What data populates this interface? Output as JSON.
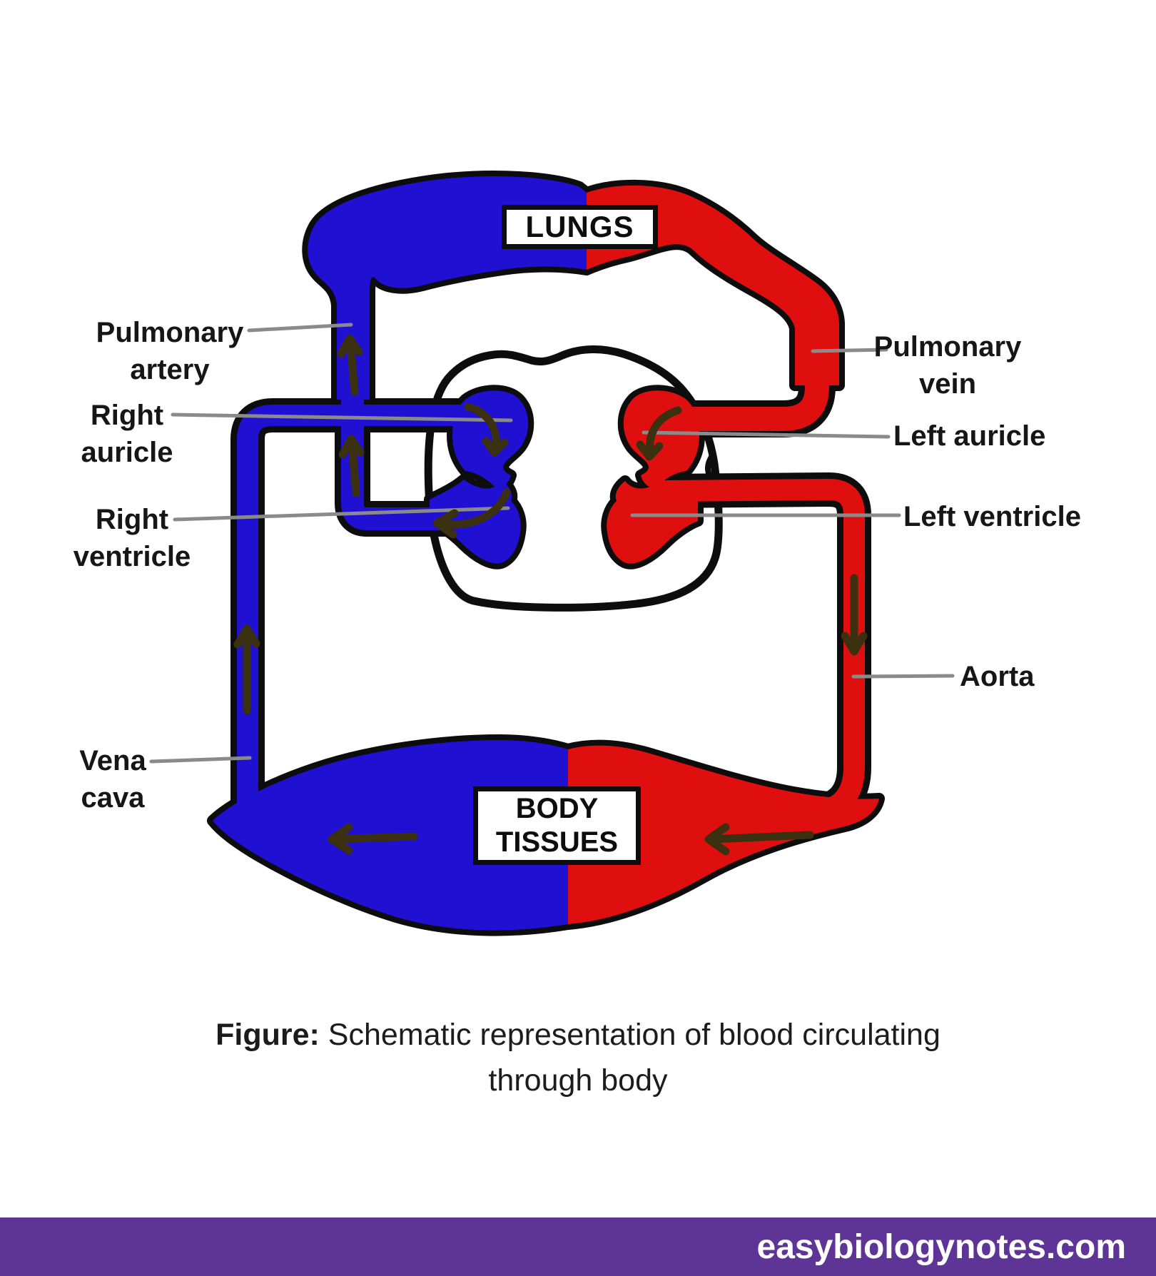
{
  "title": "Schematic of blood circulation",
  "boxes": {
    "lungs": "LUNGS",
    "body_tissues_line1": "BODY",
    "body_tissues_line2": "TISSUES"
  },
  "labels": {
    "pulmonary_artery": {
      "line1": "Pulmonary",
      "line2": "artery"
    },
    "right_auricle": {
      "line1": "Right",
      "line2": "auricle"
    },
    "right_ventricle": {
      "line1": "Right",
      "line2": "ventricle"
    },
    "vena_cava": {
      "line1": "Vena",
      "line2": "cava"
    },
    "pulmonary_vein": {
      "line1": "Pulmonary",
      "line2": "vein"
    },
    "left_auricle": {
      "text": "Left auricle"
    },
    "left_ventricle": {
      "text": "Left ventricle"
    },
    "aorta": {
      "text": "Aorta"
    }
  },
  "caption": {
    "prefix": "Figure:",
    "line1_rest": " Schematic representation of blood circulating",
    "line2": "through body"
  },
  "footer": {
    "site": "easybiologynotes.com"
  },
  "flow_arrows": [
    "vena-cava-up",
    "pulmonary-artery-up-1",
    "pulmonary-artery-up-2",
    "right-auricle-down",
    "right-ventricle-left",
    "left-auricle-down",
    "aorta-down",
    "body-tissues-blue-left",
    "body-tissues-red-left"
  ],
  "colors": {
    "deoxygenated_blue": "#1f10d2",
    "oxygenated_red": "#df0f0f",
    "outline_black": "#0d0d0d",
    "arrow_dark": "#3b3110",
    "leader_gray": "#8a8a8a",
    "footer_purple": "#5e3597"
  }
}
